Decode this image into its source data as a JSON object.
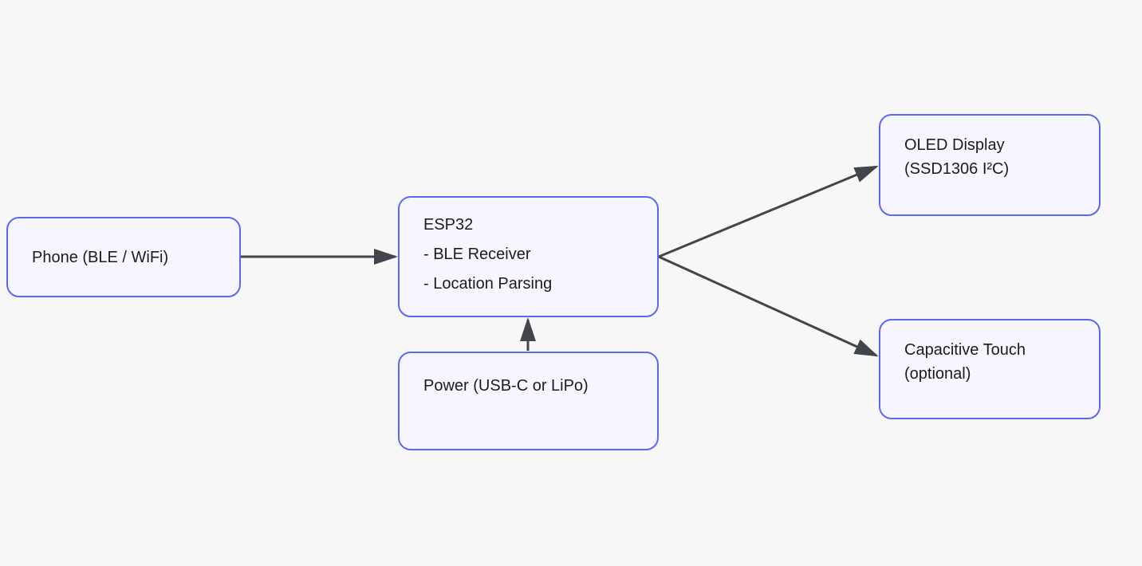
{
  "canvas": {
    "background_color": "#f7f7f8"
  },
  "style": {
    "node_fill_color": "#f6f7fe",
    "node_border_color": "#5b68f2",
    "text_color": "#1a1c20",
    "arrow_color": "#41454c"
  },
  "diagram": {
    "nodes": [
      {
        "id": "phone",
        "lines": [
          "Phone (BLE / WiFi)"
        ]
      },
      {
        "id": "esp32",
        "lines": [
          "ESP32",
          "- BLE Receiver",
          "- Location Parsing"
        ]
      },
      {
        "id": "power",
        "lines": [
          "Power (USB-C or LiPo)"
        ]
      },
      {
        "id": "oled",
        "lines": [
          "OLED Display",
          "(SSD1306 I²C)"
        ]
      },
      {
        "id": "touch",
        "lines": [
          "Capacitive Touch",
          "(optional)"
        ]
      }
    ],
    "edges": [
      {
        "from": "phone",
        "to": "esp32"
      },
      {
        "from": "power",
        "to": "esp32"
      },
      {
        "from": "esp32",
        "to": "oled"
      },
      {
        "from": "esp32",
        "to": "touch"
      }
    ]
  }
}
